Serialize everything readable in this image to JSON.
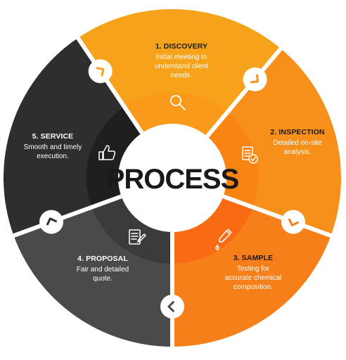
{
  "center": {
    "label": "PROCESS"
  },
  "steps": [
    {
      "title": "1. DISCOVERY",
      "desc_lines": [
        "Initial meeting to",
        "understand client",
        "needs."
      ],
      "icon": "magnifier-icon",
      "color": "#F7A21B",
      "inner": "#F99A1A"
    },
    {
      "title": "2. INSPECTION",
      "desc_lines": [
        "Detailed on-site",
        "analysis."
      ],
      "icon": "checklist-icon",
      "color": "#F7901A",
      "inner": "#F98411"
    },
    {
      "title": "3. SAMPLE",
      "desc_lines": [
        "Testing for",
        "accurate chemical",
        "composition."
      ],
      "icon": "sample-dropper-icon",
      "color": "#F77F1A",
      "inner": "#FA6A12"
    },
    {
      "title": "4. PROPOSAL",
      "desc_lines": [
        "Fair and detailed",
        "quote."
      ],
      "icon": "document-icon",
      "color": "#4A4A4A",
      "inner": "#3B3B3B"
    },
    {
      "title": "5. SERVICE",
      "desc_lines": [
        "Smooth and timely",
        "execution."
      ],
      "icon": "thumbs-up-icon",
      "color": "#2E2E2E",
      "inner": "#1F1F1F"
    }
  ],
  "connectors": [
    "chevron-arrow-1",
    "chevron-arrow-2",
    "chevron-arrow-3",
    "chevron-arrow-4",
    "chevron-arrow-5"
  ]
}
